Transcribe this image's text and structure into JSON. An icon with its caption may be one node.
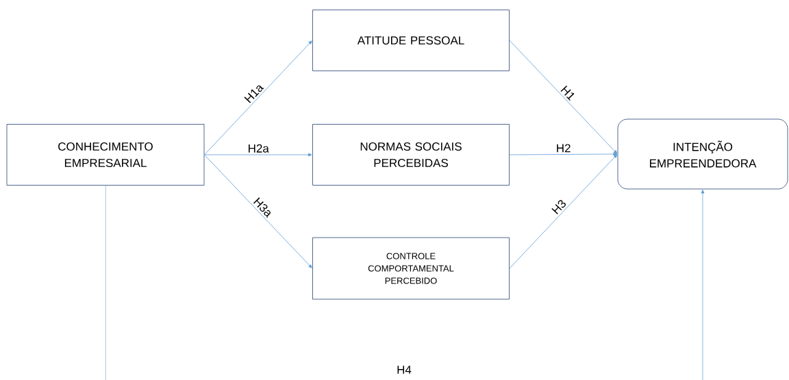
{
  "diagram": {
    "nodes": [
      {
        "text": [
          "CONHECIMENTO EMPRESARIAL"
        ]
      },
      {
        "text": [
          "ATITUDE PESSOAL"
        ]
      },
      {
        "text": [
          "NORMAS SOCIAIS PERCEBIDAS"
        ]
      },
      {
        "text": [
          "CONTROLE COMPORTAMENTAL PERCEBIDO"
        ]
      },
      {
        "text": [
          "INTENÇÃO EMPREENDEDORA"
        ]
      }
    ],
    "edges": [
      {
        "from": 0,
        "to": 1,
        "arrow": "to",
        "label": "H1a"
      },
      {
        "from": 0,
        "to": 2,
        "arrow": "to",
        "label": "H2a"
      },
      {
        "from": 0,
        "to": 3,
        "arrow": "to",
        "label": "H3a"
      },
      {
        "from": 1,
        "to": 4,
        "arrow": "to",
        "label": "H1"
      },
      {
        "from": 2,
        "to": 4,
        "arrow": "to",
        "label": "H2"
      },
      {
        "from": 3,
        "to": 4,
        "arrow": "to",
        "label": "H3"
      },
      {
        "from": 0,
        "to": 4,
        "arrow": "to",
        "label": "H4"
      }
    ]
  }
}
